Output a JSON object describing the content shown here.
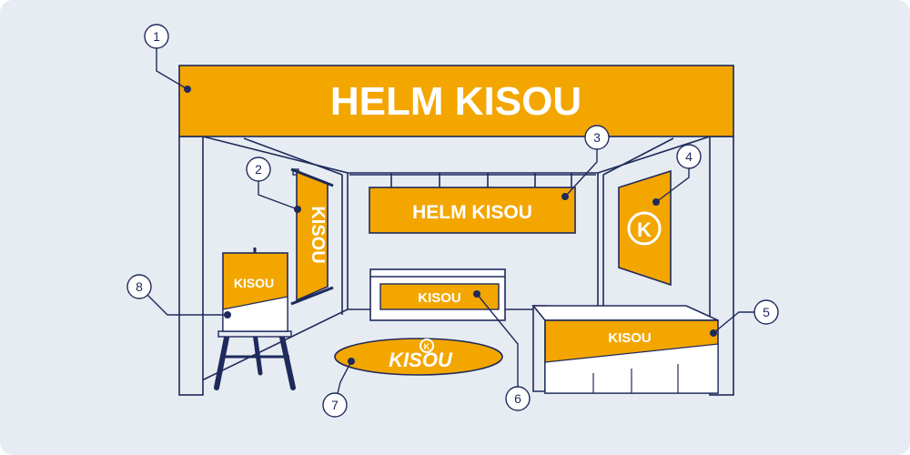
{
  "colors": {
    "background": "#e6ecf2",
    "accent": "#f3a600",
    "line": "#1f2a5c",
    "panel": "#e6ecf2",
    "white": "#ffffff"
  },
  "booth": {
    "header_text": "HELM KISOU",
    "hanging_banner_text": "HELM KISOU",
    "vertical_banner_text": "KISOU",
    "wall_logo_letter": "K",
    "counter_text": "KISOU",
    "table_text": "KISOU",
    "floor_mat_letter": "K",
    "floor_mat_text": "KISOU",
    "easel_sign_text": "KISOU"
  },
  "callouts": [
    "1",
    "2",
    "3",
    "4",
    "5",
    "6",
    "7",
    "8"
  ]
}
